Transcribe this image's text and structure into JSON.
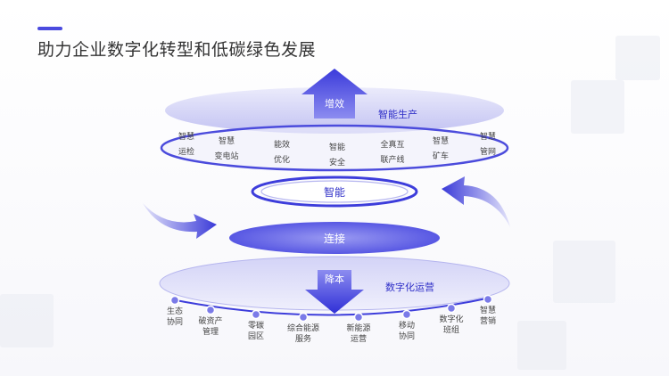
{
  "title": "助力企业数字化转型和低碳绿色发展",
  "top_layer": {
    "arrow_label": "增效",
    "caption": "智能生产",
    "items": [
      [
        "智慧",
        "运检"
      ],
      [
        "智慧",
        "变电站"
      ],
      [
        "能效",
        "优化"
      ],
      [
        "智能",
        "安全"
      ],
      [
        "全真互",
        "联产线"
      ],
      [
        "智慧",
        "矿车"
      ],
      [
        "智慧",
        "管网"
      ]
    ]
  },
  "middle_ring": {
    "label": "智能"
  },
  "connect_layer": {
    "label": "连接"
  },
  "bottom_layer": {
    "arrow_label": "降本",
    "caption": "数字化运营",
    "items": [
      [
        "生态",
        "协同"
      ],
      [
        "破资产",
        "管理"
      ],
      [
        "零碳",
        "园区"
      ],
      [
        "综合能源",
        "服务"
      ],
      [
        "新能源",
        "运营"
      ],
      [
        "移动",
        "协同"
      ],
      [
        "数字化",
        "班组"
      ],
      [
        "智慧",
        "营销"
      ]
    ]
  },
  "colors": {
    "accent": "#3d3ddb",
    "light": "#c9c9f5"
  }
}
